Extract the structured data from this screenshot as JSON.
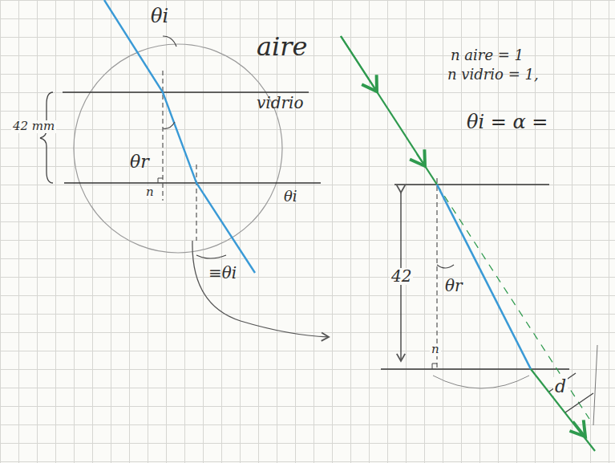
{
  "diagram": {
    "labels": [
      "θi",
      "aire",
      "n aire = 1",
      "n vidrio = 1,",
      "vidrio",
      "θi = α =",
      "42 mm",
      "θr",
      "n",
      "θi",
      "≡θi",
      "42",
      "θr",
      "n",
      "d"
    ]
  }
}
